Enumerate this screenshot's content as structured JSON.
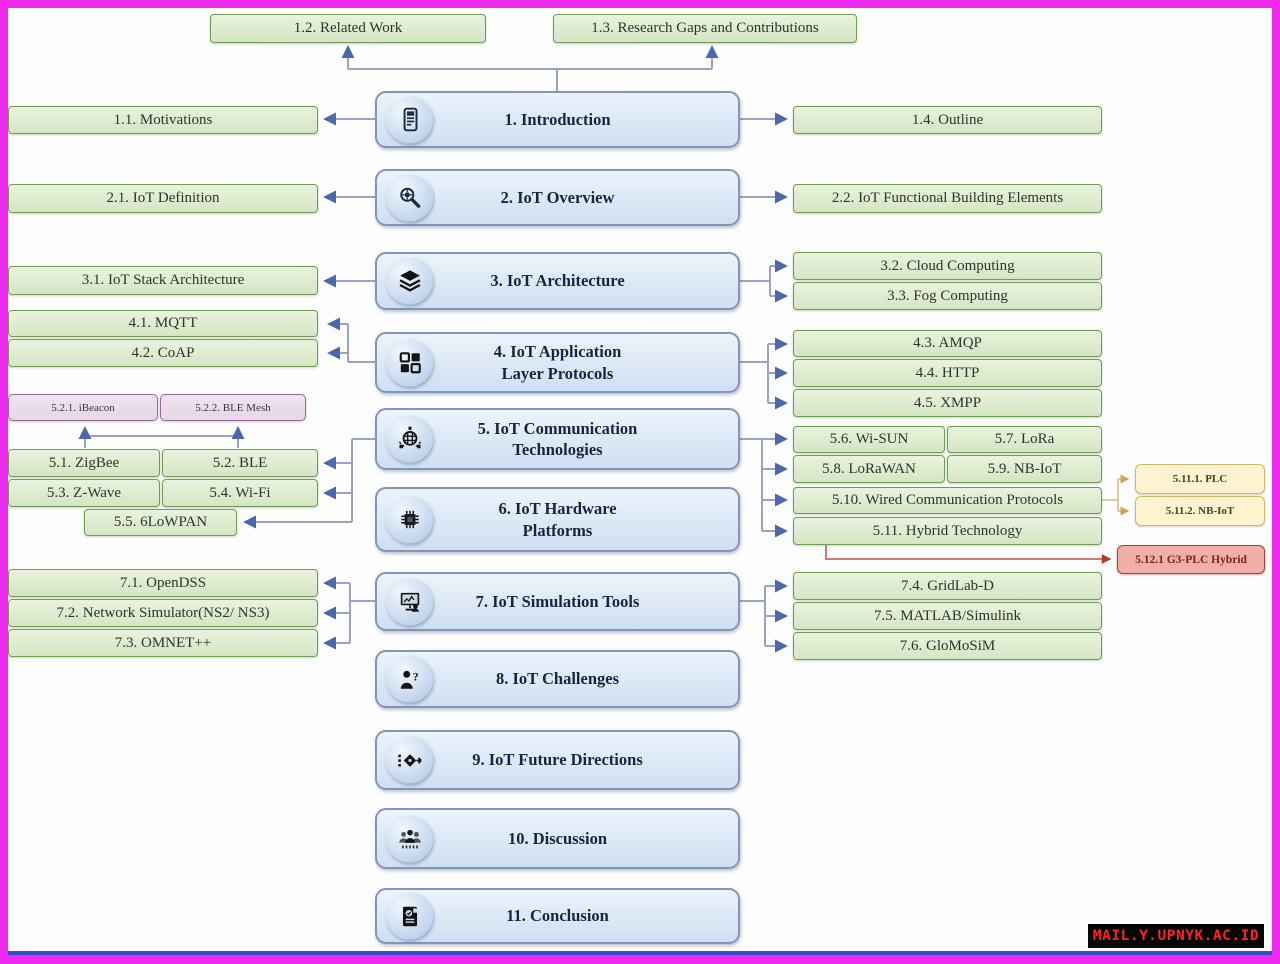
{
  "colors": {
    "frame_magenta": "#ee2bee",
    "bottom_blue_line": "#3c49d6",
    "green_fill": "#d4e6c3",
    "green_fill_top": "#e9f3de",
    "green_border": "#6f9e53",
    "blue_fill": "#cfdff2",
    "blue_fill_top": "#edf3fb",
    "blue_border": "#8296ba",
    "icon_circle_fill": "#c3d6ee",
    "purple_fill": "#e6d6e6",
    "purple_border": "#986a9c",
    "yellow_fill": "#fdf3cf",
    "yellow_border": "#d3b766",
    "red_fill": "#f2afa7",
    "red_border": "#ab3c31",
    "connector_line": "#99a3c4",
    "connector_arrow": "#4a69ad",
    "connector_yellow": "#d2bc82",
    "connector_red": "#c05048",
    "box_text": "#2f3430",
    "chapter_text": "#18253d",
    "watermark_bg": "#050505",
    "watermark_fg": "#ff2121"
  },
  "watermark": {
    "text": "MAIL.Y.UPNYK.AC.ID"
  },
  "top_row": {
    "related_work": "1.2. Related Work",
    "research_gaps": "1.3. Research Gaps and Contributions"
  },
  "chapters": [
    {
      "label": "1. Introduction",
      "icon": "mobile-report-icon"
    },
    {
      "label": "2. IoT Overview",
      "icon": "search-gear-icon"
    },
    {
      "label": "3. IoT Architecture",
      "icon": "layers-icon"
    },
    {
      "label": "4. IoT Application\nLayer Protocols",
      "icon": "app-grid-icon"
    },
    {
      "label": "5. IoT Communication\nTechnologies",
      "icon": "network-globe-icon"
    },
    {
      "label": "6. IoT Hardware\nPlatforms",
      "icon": "chip-icon"
    },
    {
      "label": "7. IoT Simulation Tools",
      "icon": "simulation-monitor-icon"
    },
    {
      "label": "8. IoT Challenges",
      "icon": "person-question-icon"
    },
    {
      "label": "9. IoT Future Directions",
      "icon": "future-chip-arrow-icon"
    },
    {
      "label": "10. Discussion",
      "icon": "people-discussion-icon"
    },
    {
      "label": "11. Conclusion",
      "icon": "report-check-icon"
    }
  ],
  "left": {
    "motivations": "1.1. Motivations",
    "iot_definition": "2.1. IoT Definition",
    "stack_architecture": "3.1. IoT Stack Architecture",
    "mqtt": "4.1. MQTT",
    "coap": "4.2. CoAP",
    "ibeacon": "5.2.1. iBeacon",
    "ble_mesh": "5.2.2. BLE Mesh",
    "zigbee": "5.1. ZigBee",
    "ble": "5.2. BLE",
    "zwave": "5.3. Z-Wave",
    "wifi": "5.4. Wi-Fi",
    "sixlowpan": "5.5. 6LoWPAN",
    "opendss": "7.1. OpenDSS",
    "network_simulator": "7.2. Network Simulator(NS2/ NS3)",
    "omnet": "7.3. OMNET++"
  },
  "right": {
    "outline": "1.4. Outline",
    "functional_building": "2.2. IoT Functional Building Elements",
    "cloud": "3.2. Cloud Computing",
    "fog": "3.3. Fog Computing",
    "amqp": "4.3. AMQP",
    "http": "4.4. HTTP",
    "xmpp": "4.5. XMPP",
    "wisun": "5.6. Wi-SUN",
    "lora": "5.7. LoRa",
    "lorawan": "5.8. LoRaWAN",
    "nbiot": "5.9. NB-IoT",
    "wired": "5.10. Wired Communication Protocols",
    "hybrid": "5.11. Hybrid Technology",
    "gridlabd": "7.4. GridLab-D",
    "matlab": "7.5. MATLAB/Simulink",
    "glomosim": "7.6. GloMoSiM"
  },
  "callouts": {
    "plc": "5.11.1. PLC",
    "nb_iot": "5.11.2. NB-IoT",
    "g3_plc": "5.12.1 G3-PLC Hybrid"
  }
}
